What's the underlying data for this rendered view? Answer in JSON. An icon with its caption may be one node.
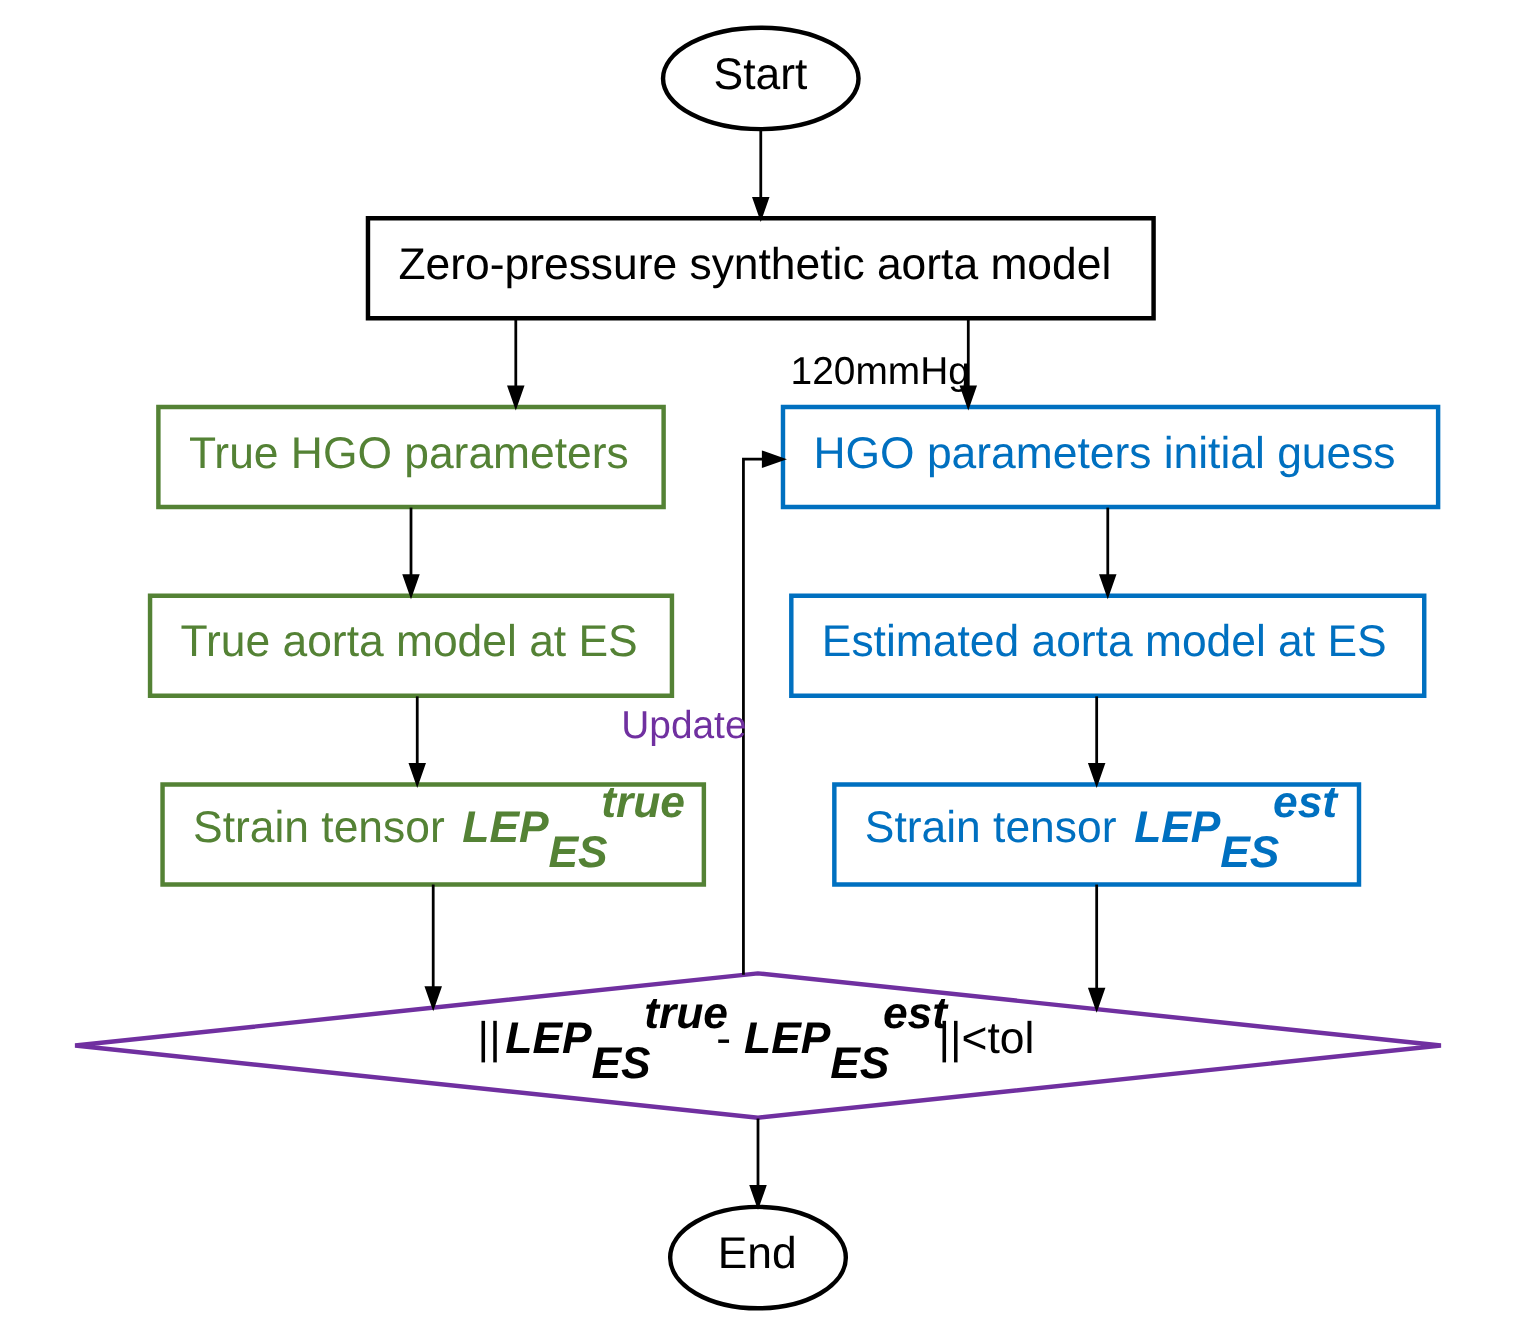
{
  "diagram": {
    "nodes": [
      {
        "text": [
          "Start"
        ]
      },
      {
        "text": [
          "Zero-pressure synthetic aorta model"
        ]
      },
      {
        "text": [
          "True HGO parameters"
        ]
      },
      {
        "text": [
          "True aorta model at ES"
        ]
      },
      {
        "text": [
          "Strain tensor **LEP**$_{ES}$$^{true}$"
        ]
      },
      {
        "text": [
          "HGO parameters initial guess"
        ]
      },
      {
        "text": [
          "Estimated aorta model at ES"
        ]
      },
      {
        "text": [
          "Strain tensor **LEP**$_{ES}$$^{est}$"
        ]
      },
      {
        "text": [
          "||**LEP**$_{ES}$$^{true}$- **LEP**$_{ES}$$^{est}$||<tol"
        ]
      },
      {
        "text": [
          "End"
        ]
      }
    ],
    "edges": [
      {
        "from": 0,
        "to": 1,
        "arrow": "to"
      },
      {
        "from": 1,
        "to": 2,
        "arrow": "to"
      },
      {
        "from": 1,
        "to": 5,
        "arrow": "to",
        "label": "120mmHg"
      },
      {
        "from": 2,
        "to": 3,
        "arrow": "to"
      },
      {
        "from": 3,
        "to": 4,
        "arrow": "to"
      },
      {
        "from": 5,
        "to": 6,
        "arrow": "to"
      },
      {
        "from": 6,
        "to": 7,
        "arrow": "to"
      },
      {
        "from": 4,
        "to": 8,
        "arrow": "to"
      },
      {
        "from": 7,
        "to": 8,
        "arrow": "to"
      },
      {
        "from": 8,
        "to": 9,
        "arrow": "to"
      },
      {
        "from": 8,
        "to": 5,
        "arrow": "to",
        "label": "Update"
      }
    ]
  }
}
